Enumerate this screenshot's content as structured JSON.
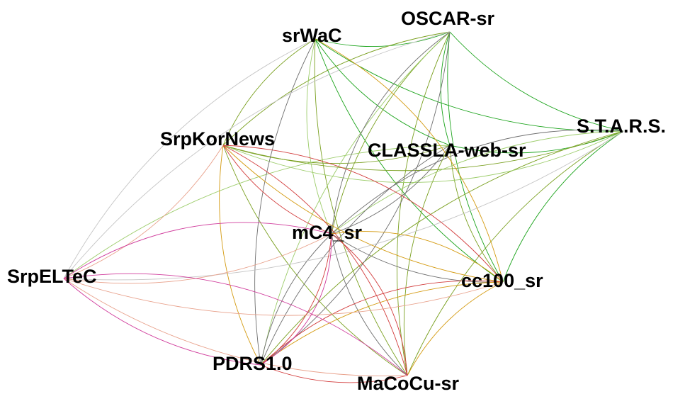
{
  "palette": {
    "green": "#1aa31a",
    "olive": "#7aa020",
    "lightgreen": "#9ccc6a",
    "gray": "#6e6e6e",
    "lightgray": "#c4c4c4",
    "orange": "#d49a10",
    "red": "#d23c3c",
    "salmon": "#e8a08a",
    "pink": "#d03c9c"
  },
  "nodes": [
    {
      "id": "oscar",
      "label": "OSCAR-sr"
    },
    {
      "id": "srwac",
      "label": "srWaC"
    },
    {
      "id": "stars",
      "label": "S.T.A.R.S."
    },
    {
      "id": "srpkornews",
      "label": "SrpKorNews"
    },
    {
      "id": "classla",
      "label": "CLASSLA-web-sr"
    },
    {
      "id": "mc4",
      "label": "mC4_sr"
    },
    {
      "id": "srpeltec",
      "label": "SrpELTeC"
    },
    {
      "id": "cc100",
      "label": "cc100_sr"
    },
    {
      "id": "pdrs",
      "label": "PDRS1.0"
    },
    {
      "id": "macocu",
      "label": "MaCoCu-sr"
    }
  ],
  "edges": [
    [
      "srwac",
      "oscar",
      "green"
    ],
    [
      "oscar",
      "stars",
      "green"
    ],
    [
      "srwac",
      "stars",
      "green"
    ],
    [
      "oscar",
      "classla",
      "green"
    ],
    [
      "srwac",
      "classla",
      "green"
    ],
    [
      "classla",
      "stars",
      "green"
    ],
    [
      "oscar",
      "cc100",
      "green"
    ],
    [
      "srwac",
      "cc100",
      "green"
    ],
    [
      "stars",
      "cc100",
      "green"
    ],
    [
      "srwac",
      "srpkornews",
      "olive"
    ],
    [
      "oscar",
      "srpkornews",
      "olive"
    ],
    [
      "srpkornews",
      "stars",
      "olive"
    ],
    [
      "srpkornews",
      "classla",
      "olive"
    ],
    [
      "oscar",
      "macocu",
      "olive"
    ],
    [
      "srwac",
      "macocu",
      "olive"
    ],
    [
      "stars",
      "macocu",
      "olive"
    ],
    [
      "classla",
      "macocu",
      "olive"
    ],
    [
      "stars",
      "pdrs",
      "olive"
    ],
    [
      "classla",
      "cc100",
      "olive"
    ],
    [
      "srpkornews",
      "macocu",
      "olive"
    ],
    [
      "oscar",
      "mc4",
      "olive"
    ],
    [
      "stars",
      "mc4",
      "lightgreen"
    ],
    [
      "classla",
      "srpeltec",
      "lightgreen"
    ],
    [
      "srwac",
      "mc4",
      "lightgreen"
    ],
    [
      "stars",
      "srpkornews",
      "lightgreen"
    ],
    [
      "oscar",
      "pdrs",
      "lightgreen"
    ],
    [
      "srwac",
      "pdrs",
      "gray"
    ],
    [
      "oscar",
      "pdrs",
      "gray"
    ],
    [
      "mc4",
      "stars",
      "gray"
    ],
    [
      "mc4",
      "oscar",
      "gray"
    ],
    [
      "mc4",
      "classla",
      "gray"
    ],
    [
      "mc4",
      "pdrs",
      "gray"
    ],
    [
      "mc4",
      "macocu",
      "gray"
    ],
    [
      "mc4",
      "cc100",
      "gray"
    ],
    [
      "classla",
      "pdrs",
      "gray"
    ],
    [
      "srwac",
      "srpeltec",
      "lightgray"
    ],
    [
      "srpeltec",
      "stars",
      "lightgray"
    ],
    [
      "oscar",
      "srpeltec",
      "lightgray"
    ],
    [
      "srpkornews",
      "cc100",
      "orange"
    ],
    [
      "srwac",
      "cc100",
      "orange"
    ],
    [
      "mc4",
      "cc100",
      "orange"
    ],
    [
      "srpkornews",
      "pdrs",
      "orange"
    ],
    [
      "cc100",
      "macocu",
      "orange"
    ],
    [
      "cc100",
      "pdrs",
      "orange"
    ],
    [
      "srpkornews",
      "mc4",
      "red"
    ],
    [
      "srpkornews",
      "macocu",
      "red"
    ],
    [
      "mc4",
      "macocu",
      "red"
    ],
    [
      "pdrs",
      "macocu",
      "red"
    ],
    [
      "pdrs",
      "cc100",
      "red"
    ],
    [
      "srpkornews",
      "cc100",
      "red"
    ],
    [
      "mc4",
      "pdrs",
      "red"
    ],
    [
      "srpeltec",
      "macocu",
      "salmon"
    ],
    [
      "srpeltec",
      "cc100",
      "salmon"
    ],
    [
      "srpeltec",
      "srpkornews",
      "salmon"
    ],
    [
      "srpeltec",
      "mc4",
      "salmon"
    ],
    [
      "srpeltec",
      "pdrs",
      "pink"
    ],
    [
      "srpeltec",
      "macocu",
      "pink"
    ],
    [
      "srpeltec",
      "mc4",
      "pink"
    ],
    [
      "pdrs",
      "mc4",
      "pink"
    ]
  ]
}
